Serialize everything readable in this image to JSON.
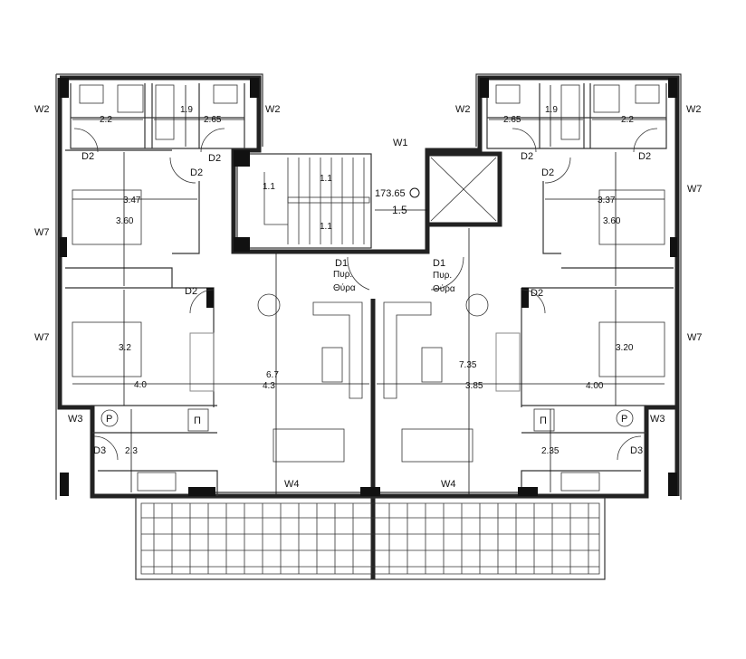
{
  "labels": {
    "w2_a": "W2",
    "w2_b": "W2",
    "w2_c": "W2",
    "w2_d": "W2",
    "w1": "W1",
    "w7_a": "W7",
    "w7_b": "W7",
    "w7_c": "W7",
    "w7_d": "W7",
    "w3_a": "W3",
    "w3_b": "W3",
    "w4_a": "W4",
    "w4_b": "W4",
    "d2_1": "D2",
    "d2_2": "D2",
    "d2_3": "D2",
    "d2_4": "D2",
    "d2_5": "D2",
    "d2_6": "D2",
    "d2_7": "D2",
    "d2_8": "D2",
    "d1_a": "D1",
    "d1_a_sub1": "Πυρ.",
    "d1_a_sub2": "Θύρα",
    "d1_b": "D1",
    "d1_b_sub1": "Πυρ.",
    "d1_b_sub2": "Θύρα",
    "d3_a": "D3",
    "d3_b": "D3",
    "p_a": "P",
    "p_b": "P",
    "pi_a": "Π",
    "pi_b": "Π",
    "elevation": "173.65"
  },
  "dimensions": {
    "l_bath_w": "2.2",
    "l_bath_h": "1.9",
    "l_bath2_w": "2.65",
    "r_bath2_w": "2.65",
    "r_bath_h": "1.9",
    "r_bath_w": "2.2",
    "l_bed1_w": "3.47",
    "l_bed1_h": "3.60",
    "r_bed1_w": "3.37",
    "r_bed1_h": "3.60",
    "stair_a": "1.1",
    "stair_b": "1.1",
    "stair_c": "1.1",
    "landing": "1.5",
    "l_bed2_h": "3.2",
    "r_bed2_h": "3.20",
    "l_living_h": "6.7",
    "r_living_h": "7.35",
    "l_bed2_w": "4.0",
    "l_living_w": "4.3",
    "r_living_w": "3.85",
    "r_bed2_w": "4.00",
    "l_kitchen_h": "2.3",
    "r_kitchen_h": "2.35"
  }
}
